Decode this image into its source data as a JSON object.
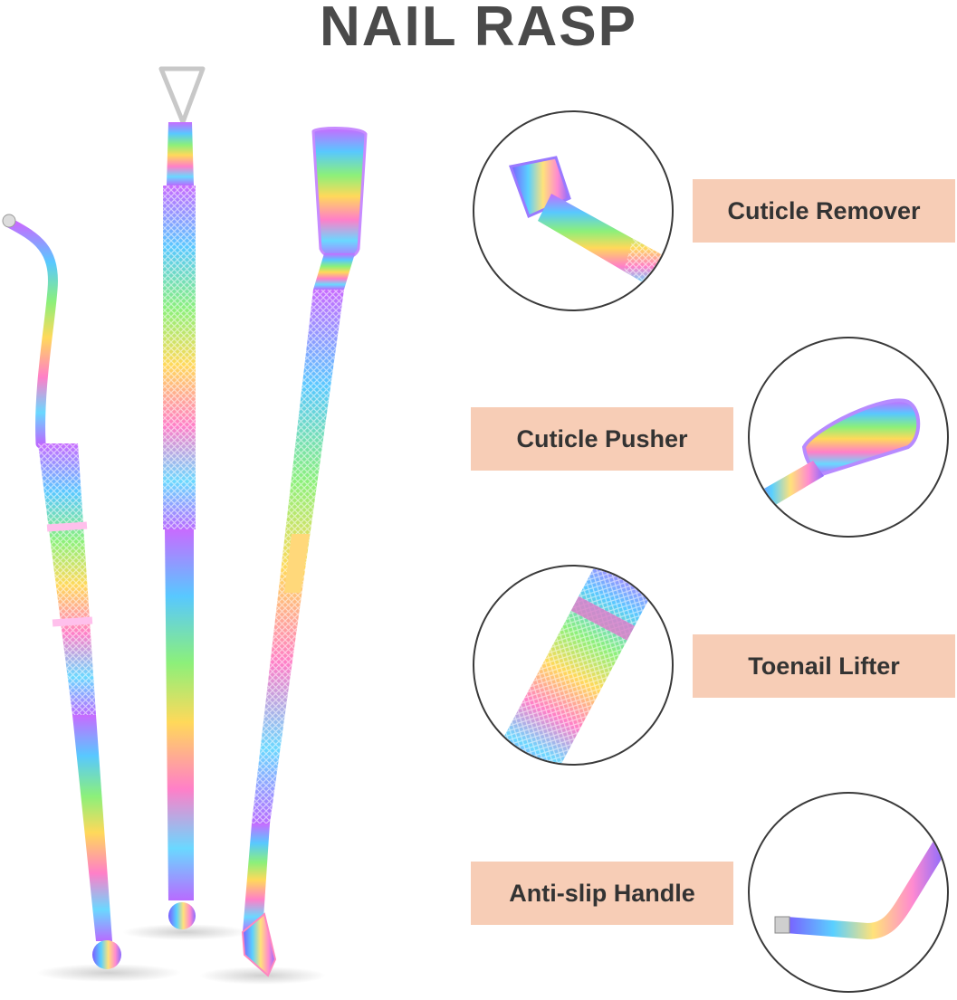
{
  "title": "NAIL RASP",
  "features": [
    {
      "label": "Cuticle Remover",
      "icon": "cuticle-remover-closeup"
    },
    {
      "label": "Cuticle Pusher",
      "icon": "cuticle-pusher-closeup"
    },
    {
      "label": "Toenail Lifter",
      "icon": "toenail-lifter-closeup"
    },
    {
      "label": "Anti-slip Handle",
      "icon": "anti-slip-handle-closeup"
    }
  ],
  "colors": {
    "title": "#4a4a4a",
    "label_bg": "#f7cdb6",
    "label_text": "#333333",
    "circle_border": "#3a3a3a"
  }
}
